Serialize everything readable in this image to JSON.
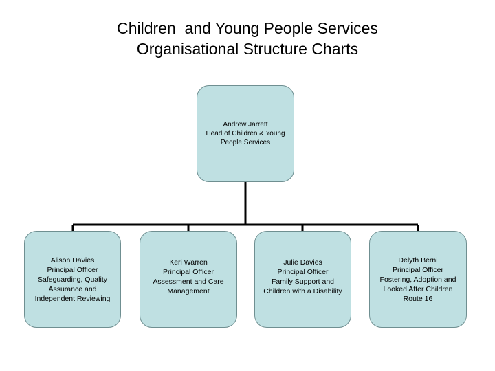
{
  "title": {
    "line1": "Children  and Young People Services",
    "line2": "Organisational Structure Charts"
  },
  "head": {
    "name": "Andrew Jarrett",
    "role_line1": "Head of Children & Young",
    "role_line2": "People Services"
  },
  "officers": [
    {
      "name": "Alison Davies",
      "role": "Principal Officer",
      "area_line1": "Safeguarding, Quality",
      "area_line2": "Assurance and",
      "area_line3": "Independent Reviewing"
    },
    {
      "name": "Keri Warren",
      "role": "Principal Officer",
      "area_line1": "Assessment and Care",
      "area_line2": "Management",
      "area_line3": ""
    },
    {
      "name": "Julie Davies",
      "role": "Principal Officer",
      "area_line1": "Family Support and",
      "area_line2": "Children with a Disability",
      "area_line3": ""
    },
    {
      "name": "Delyth Berni",
      "role": "Principal Officer",
      "area_line1": "Fostering, Adoption and",
      "area_line2": "Looked After Children",
      "area_line3": "Route 16"
    }
  ],
  "colors": {
    "box_fill": "#bfe0e2",
    "box_border": "#6f8f91",
    "connector": "#000000"
  }
}
